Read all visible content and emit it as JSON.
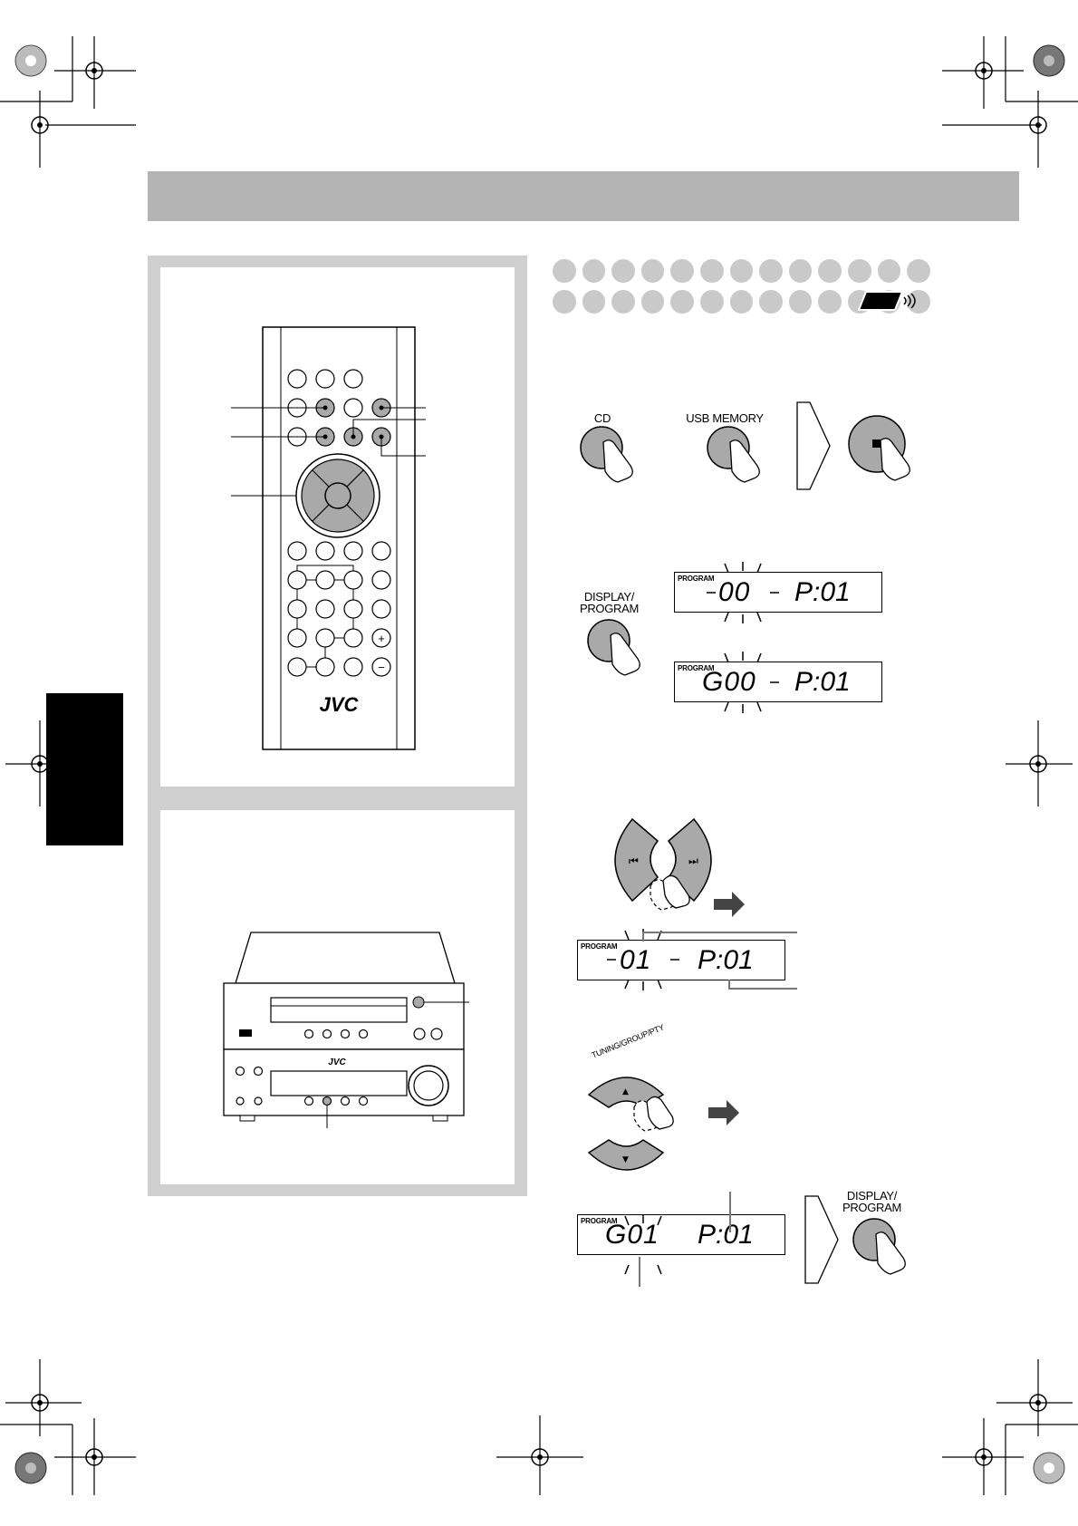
{
  "labels": {
    "cd_button": "CD",
    "usb_memory_button": "USB MEMORY",
    "display_program_line1": "DISPLAY/",
    "display_program_line2": "PROGRAM",
    "tuning_group_pty": "TUNING/GROUP/PTY",
    "remote_brand": "JVC",
    "unit_brand": "JVC",
    "plus": "+",
    "minus": "−"
  },
  "displays": [
    {
      "tag": "PROGRAM",
      "left": "00",
      "right": "P:01"
    },
    {
      "tag": "PROGRAM",
      "left": "G00",
      "right": "P:01"
    },
    {
      "tag": "PROGRAM",
      "left": "01",
      "right": "P:01"
    },
    {
      "tag": "PROGRAM",
      "left": "G01",
      "right": "P:01"
    }
  ],
  "colors": {
    "header": "#b4b4b4",
    "panel": "#cfcfcf",
    "dot": "#c9c9c9",
    "button_gray": "#a9a9a9",
    "side_tab": "#000000"
  }
}
